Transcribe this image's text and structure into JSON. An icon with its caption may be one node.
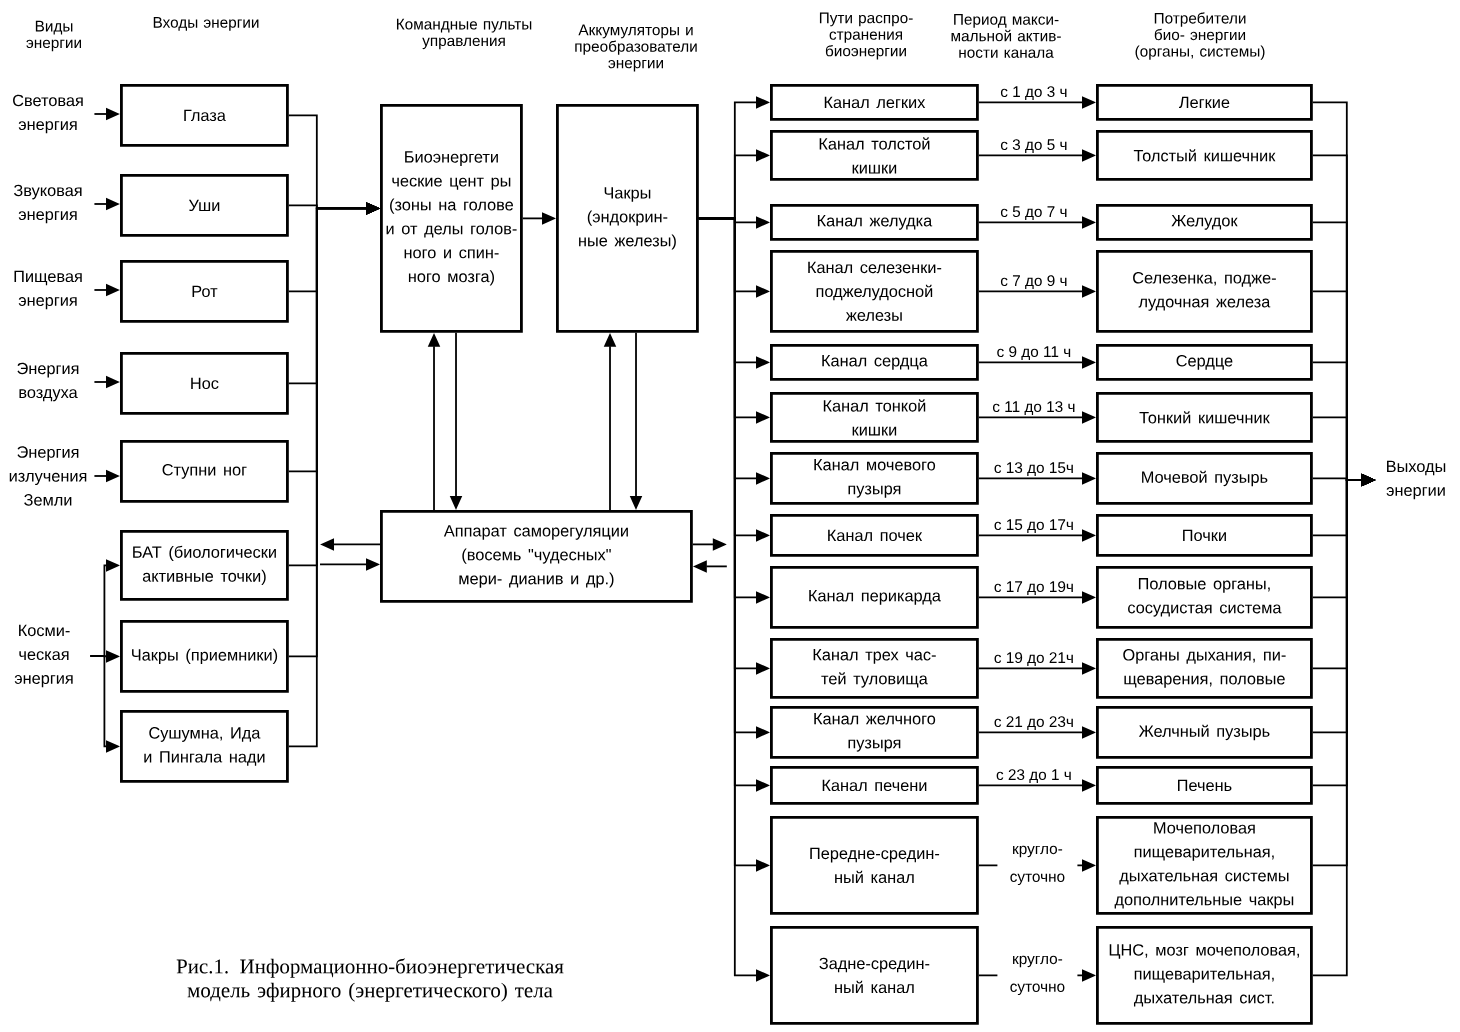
{
  "diagram": {
    "caption": "Рис.1. Информационно-биоэнергетическая модель эфирного (энергетического) тела",
    "nodes": [
      {
        "text": [
          "Световая энергия"
        ]
      },
      {
        "text": [
          "Звуковая энергия"
        ]
      },
      {
        "text": [
          "Пищевая энергия"
        ]
      },
      {
        "text": [
          "Энергия воздуха"
        ]
      },
      {
        "text": [
          "Энергия излучения Земли"
        ]
      },
      {
        "text": [
          "Косми- ческая энергия"
        ]
      },
      {
        "text": [
          "Глаза"
        ]
      },
      {
        "text": [
          "Уши"
        ]
      },
      {
        "text": [
          "Рот"
        ]
      },
      {
        "text": [
          "Нос"
        ]
      },
      {
        "text": [
          "Ступни ног"
        ]
      },
      {
        "text": [
          "БАТ (биологически активные точки)"
        ]
      },
      {
        "text": [
          "Чакры (приемники)"
        ]
      },
      {
        "text": [
          "Сушумна, Ида и Пингала нади"
        ]
      },
      {
        "text": [
          "Биоэнергети ческие цент ры (зоны на голове и от делы голов- ного и спин- ного мозга)"
        ]
      },
      {
        "text": [
          "Чакры (эндокрин- ные железы)"
        ]
      },
      {
        "text": [
          "Аппарат саморегуляции (восемь \"чудесных\" мери- дианив и др.)"
        ]
      },
      {
        "text": [
          "Канал легких"
        ]
      },
      {
        "text": [
          "Канал толстой кишки"
        ]
      },
      {
        "text": [
          "Канал желудка"
        ]
      },
      {
        "text": [
          "Канал селезенки- поджелудосной железы"
        ]
      },
      {
        "text": [
          "Канал сердца"
        ]
      },
      {
        "text": [
          "Канал тонкой кишки"
        ]
      },
      {
        "text": [
          "Канал мочевого пузыря"
        ]
      },
      {
        "text": [
          "Канал почек"
        ]
      },
      {
        "text": [
          "Канал перикарда"
        ]
      },
      {
        "text": [
          "Канал трех час- тей туловища"
        ]
      },
      {
        "text": [
          "Канал желчного пузыря"
        ]
      },
      {
        "text": [
          "Канал печени"
        ]
      },
      {
        "text": [
          "Передне-средин- ный канал"
        ]
      },
      {
        "text": [
          "Задне-средин- ный канал"
        ]
      },
      {
        "text": [
          "Легкие"
        ]
      },
      {
        "text": [
          "Толстый кишечник"
        ]
      },
      {
        "text": [
          "Желудок"
        ]
      },
      {
        "text": [
          "Селезенка, подже- лудочная железа"
        ]
      },
      {
        "text": [
          "Сердце"
        ]
      },
      {
        "text": [
          "Тонкий кишечник"
        ]
      },
      {
        "text": [
          "Мочевой пузырь"
        ]
      },
      {
        "text": [
          "Почки"
        ]
      },
      {
        "text": [
          "Половые органы, сосудистая система"
        ]
      },
      {
        "text": [
          "Органы дыхания, пи- щеварения, половые"
        ]
      },
      {
        "text": [
          "Желчный пузырь"
        ]
      },
      {
        "text": [
          "Печень"
        ]
      },
      {
        "text": [
          "Мочеполовая пищеварительная, дыхательная системы дополнительные чакры"
        ]
      },
      {
        "text": [
          "ЦНС, мозг мочеполовая, пищеварительная, дыхательная сист."
        ]
      },
      {
        "text": [
          "Выходы энергии"
        ]
      }
    ],
    "edges": [
      {
        "from": 0,
        "to": 6,
        "arrow": "to"
      },
      {
        "from": 1,
        "to": 7,
        "arrow": "to"
      },
      {
        "from": 2,
        "to": 8,
        "arrow": "to"
      },
      {
        "from": 3,
        "to": 9,
        "arrow": "to"
      },
      {
        "from": 4,
        "to": 10,
        "arrow": "to"
      },
      {
        "from": 5,
        "to": 11,
        "arrow": "to"
      },
      {
        "from": 5,
        "to": 12,
        "arrow": "to"
      },
      {
        "from": 5,
        "to": 13,
        "arrow": "to"
      },
      {
        "from": 6,
        "to": 14,
        "arrow": "to"
      },
      {
        "from": 7,
        "to": 14,
        "arrow": "to"
      },
      {
        "from": 8,
        "to": 14,
        "arrow": "to"
      },
      {
        "from": 9,
        "to": 14,
        "arrow": "to"
      },
      {
        "from": 10,
        "to": 14,
        "arrow": "to"
      },
      {
        "from": 11,
        "to": 14,
        "arrow": "to"
      },
      {
        "from": 12,
        "to": 14,
        "arrow": "to"
      },
      {
        "from": 13,
        "to": 14,
        "arrow": "to"
      },
      {
        "from": null,
        "to": 16,
        "arrow": "to"
      },
      {
        "from": 16,
        "to": null,
        "arrow": "to"
      },
      {
        "from": 14,
        "to": 15,
        "arrow": "to"
      },
      {
        "from": 16,
        "to": 14,
        "arrow": "to"
      },
      {
        "from": 14,
        "to": 16,
        "arrow": "to"
      },
      {
        "from": 16,
        "to": 15,
        "arrow": "to"
      },
      {
        "from": 15,
        "to": 16,
        "arrow": "to"
      },
      {
        "from": 16,
        "to": null,
        "arrow": "to"
      },
      {
        "from": null,
        "to": 16,
        "arrow": "to"
      },
      {
        "from": 15,
        "to": 17,
        "arrow": "to"
      },
      {
        "from": 15,
        "to": 18,
        "arrow": "to"
      },
      {
        "from": 15,
        "to": 19,
        "arrow": "to"
      },
      {
        "from": 15,
        "to": 20,
        "arrow": "to"
      },
      {
        "from": 15,
        "to": 21,
        "arrow": "to"
      },
      {
        "from": 15,
        "to": 22,
        "arrow": "to"
      },
      {
        "from": 15,
        "to": 23,
        "arrow": "to"
      },
      {
        "from": 15,
        "to": 24,
        "arrow": "to"
      },
      {
        "from": 15,
        "to": 25,
        "arrow": "to"
      },
      {
        "from": 15,
        "to": 26,
        "arrow": "to"
      },
      {
        "from": 15,
        "to": 27,
        "arrow": "to"
      },
      {
        "from": 15,
        "to": 28,
        "arrow": "to"
      },
      {
        "from": 15,
        "to": 29,
        "arrow": "to"
      },
      {
        "from": 15,
        "to": 30,
        "arrow": "to"
      },
      {
        "from": 17,
        "to": 31,
        "arrow": "to",
        "label": "с 1 до 3 ч"
      },
      {
        "from": 18,
        "to": 32,
        "arrow": "to",
        "label": "с 3 до 5 ч"
      },
      {
        "from": 19,
        "to": 33,
        "arrow": "to",
        "label": "с 5 до 7 ч"
      },
      {
        "from": 20,
        "to": 34,
        "arrow": "to",
        "label": "с 7 до 9 ч"
      },
      {
        "from": 21,
        "to": 35,
        "arrow": "to",
        "label": "с 9 до 11 ч"
      },
      {
        "from": 22,
        "to": 36,
        "arrow": "to",
        "label": "с 11 до 13 ч"
      },
      {
        "from": 23,
        "to": 37,
        "arrow": "to",
        "label": "с 13 до 15ч"
      },
      {
        "from": 24,
        "to": 38,
        "arrow": "to",
        "label": "с 15 до 17ч"
      },
      {
        "from": 25,
        "to": 39,
        "arrow": "to",
        "label": "с 17 до 19ч"
      },
      {
        "from": 26,
        "to": 40,
        "arrow": "to",
        "label": "с 19 до 21ч"
      },
      {
        "from": 27,
        "to": 41,
        "arrow": "to",
        "label": "с 21 до 23ч"
      },
      {
        "from": 28,
        "to": 42,
        "arrow": "to",
        "label": "с 23 до 1 ч"
      },
      {
        "from": 29,
        "to": 43,
        "arrow": "to",
        "label": "кругло- суточно"
      },
      {
        "from": 30,
        "to": 44,
        "arrow": "to",
        "label": "кругло- суточно"
      },
      {
        "from": 31,
        "to": 45,
        "arrow": "to"
      },
      {
        "from": 32,
        "to": 45,
        "arrow": "to"
      },
      {
        "from": 33,
        "to": 45,
        "arrow": "to"
      },
      {
        "from": 34,
        "to": 45,
        "arrow": "to"
      },
      {
        "from": 35,
        "to": 45,
        "arrow": "to"
      },
      {
        "from": 36,
        "to": 45,
        "arrow": "to"
      },
      {
        "from": 37,
        "to": 45,
        "arrow": "to"
      },
      {
        "from": 38,
        "to": 45,
        "arrow": "to"
      },
      {
        "from": 39,
        "to": 45,
        "arrow": "to"
      },
      {
        "from": 40,
        "to": 45,
        "arrow": "to"
      },
      {
        "from": 41,
        "to": 45,
        "arrow": "to"
      },
      {
        "from": 42,
        "to": 45,
        "arrow": "to"
      },
      {
        "from": 43,
        "to": 45,
        "arrow": "to"
      },
      {
        "from": 44,
        "to": 45,
        "arrow": "to"
      }
    ],
    "labels": [
      "Виды энергии",
      "Входы энергии",
      "Командные пульты управления",
      "Аккумуляторы и преобразователи энергии",
      "Пути распро- странения биоэнергии",
      "Период макси- мальной актив- ности канала",
      "Потребители био- энергии (органы, системы)"
    ]
  }
}
